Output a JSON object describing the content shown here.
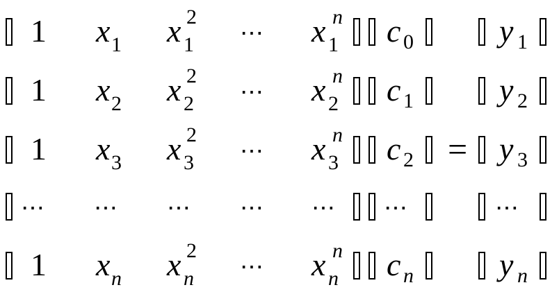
{
  "matrix": {
    "rows": [
      {
        "c1": "1",
        "x_base": "x",
        "x_sub": "1",
        "x2_sup": "2",
        "dots": "⋯",
        "xn_sup": "n"
      },
      {
        "c1": "1",
        "x_base": "x",
        "x_sub": "2",
        "x2_sup": "2",
        "dots": "⋯",
        "xn_sup": "n"
      },
      {
        "c1": "1",
        "x_base": "x",
        "x_sub": "3",
        "x2_sup": "2",
        "dots": "⋯",
        "xn_sup": "n"
      },
      {
        "c1": "⋯",
        "x_base": "⋯",
        "x_sub": "",
        "x2_sup": "⋯",
        "dots": "⋯",
        "xn_sup": "⋯"
      },
      {
        "c1": "1",
        "x_base": "x",
        "x_sub": "n",
        "x2_sup": "2",
        "dots": "⋯",
        "xn_sup": "n"
      }
    ]
  },
  "coeffs": {
    "base": "c",
    "subs": [
      "0",
      "1",
      "2",
      "⋯",
      "n"
    ]
  },
  "equals": "=",
  "rhs": {
    "base": "y",
    "subs": [
      "1",
      "2",
      "3",
      "⋯",
      "n"
    ]
  }
}
